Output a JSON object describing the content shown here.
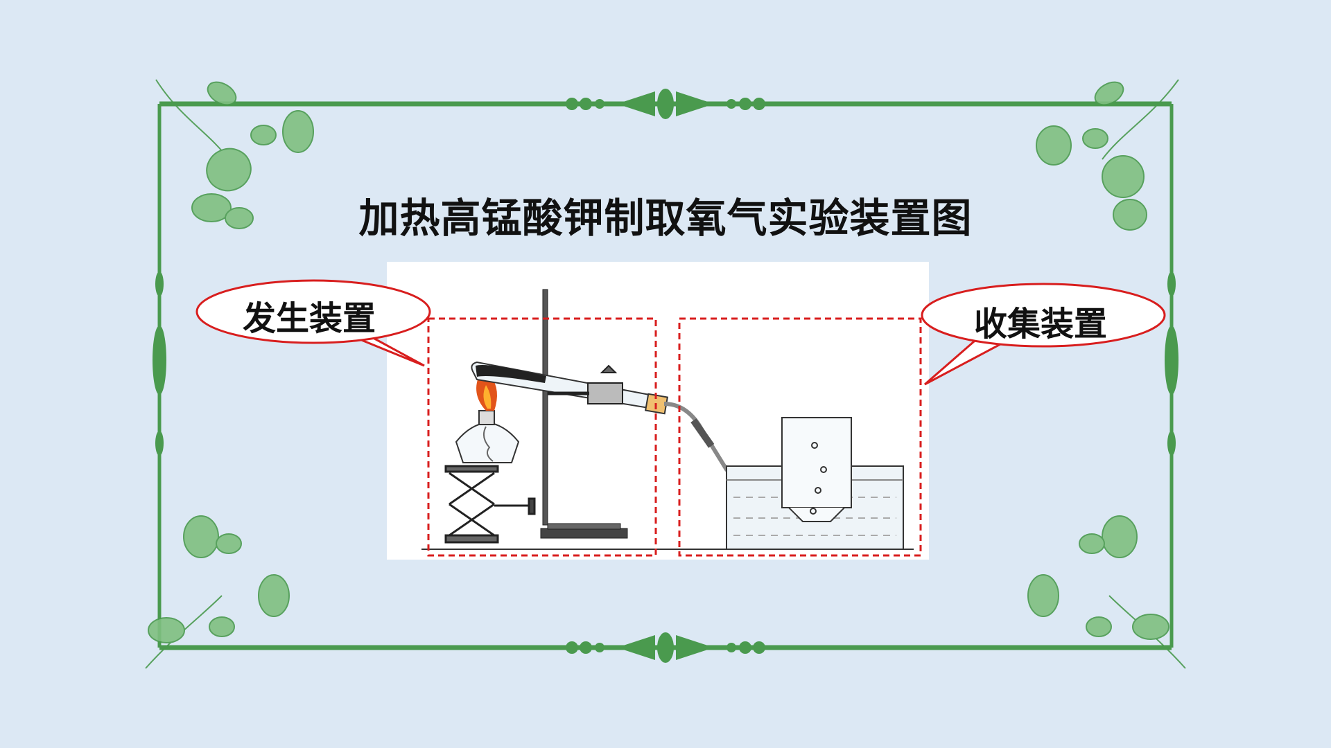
{
  "title": "加热高锰酸钾制取氧气实验装置图",
  "labels": {
    "generation": "发生装置",
    "collection": "收集装置"
  },
  "colors": {
    "background": "#dce8f4",
    "frame": "#4a9a4e",
    "dashed_box": "#d81e1e",
    "callout_border": "#d81e1e",
    "flame": "#e2541a"
  },
  "icons": [
    "flourish-ornament",
    "alcohol-lamp",
    "iron-stand",
    "test-tube",
    "water-trough",
    "gas-collection-bottle"
  ]
}
